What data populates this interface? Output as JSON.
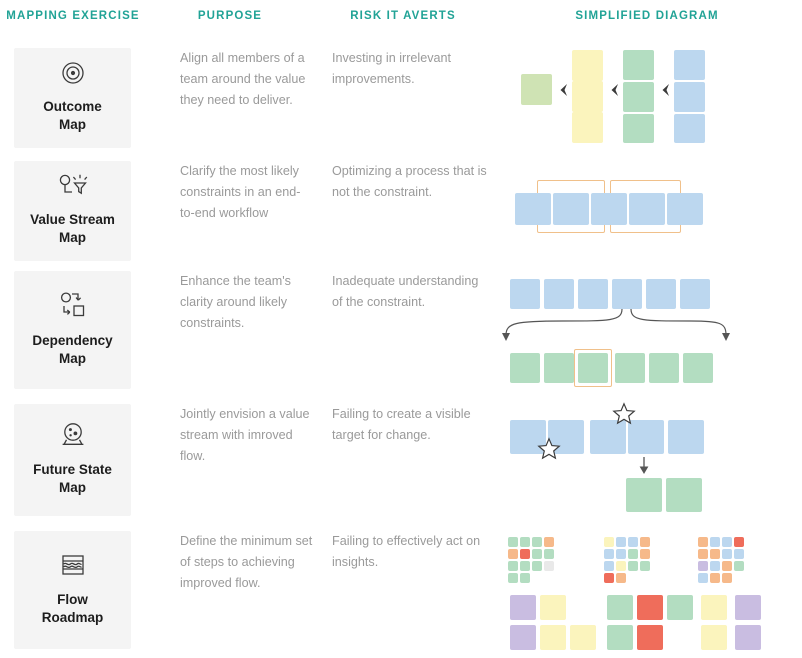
{
  "headers": [
    {
      "label": "MAPPING\nEXERCISE",
      "name": "mapping-exercise"
    },
    {
      "label": "PURPOSE",
      "name": "purpose"
    },
    {
      "label": "RISK IT AVERTS",
      "name": "risk-it-averts"
    },
    {
      "label": "SIMPLIFIED DIAGRAM",
      "name": "simplified-diagram"
    }
  ],
  "accent_color": "#21a396",
  "rows": [
    {
      "id": "outcome-map",
      "icon": "target-icon",
      "title": "Outcome\nMap",
      "purpose": "Align all members of a team around the value they need to deliver.",
      "risk": "Investing in irrelevant improvements."
    },
    {
      "id": "value-stream-map",
      "icon": "person-funnel-icon",
      "title": "Value Stream\nMap",
      "purpose": "Clarify the most likely constraints in an end-to-end workflow",
      "risk": "Optimizing a process that is not the constraint."
    },
    {
      "id": "dependency-map",
      "icon": "nodes-link-icon",
      "title": "Dependency\nMap",
      "purpose": "Enhance the team's clarity around likely constraints.",
      "risk": "Inadequate understanding of the constraint."
    },
    {
      "id": "future-state-map",
      "icon": "crystal-ball-icon",
      "title": "Future State\nMap",
      "purpose": "Jointly envision a value stream with imroved flow.",
      "risk": "Failing to create a visible target for change."
    },
    {
      "id": "flow-roadmap",
      "icon": "waves-icon",
      "title": "Flow\nRoadmap",
      "purpose": "Define the minimum set of steps to achieving improved flow.",
      "risk": "Failing to effectively act on insights."
    }
  ],
  "diagram_colors": {
    "blue": "#bcd7ef",
    "green": "#b3ddc1",
    "yellow": "#fbf4bd",
    "light_green": "#cfe3b4",
    "orange": "#f6b98a",
    "red": "#ef6d5b",
    "purple": "#c9bde1",
    "gray": "#e9e9e9",
    "outline_orange": "#f0c08a",
    "arrow_gray": "#555555"
  },
  "diagrams": {
    "outcome_map": {
      "description": "Four columns of cards decreasing from right to left, joined by left-pointing arrow markers",
      "columns": [
        {
          "color": "light_green",
          "count": 1
        },
        {
          "color": "yellow",
          "count": 3
        },
        {
          "color": "green",
          "count": 3
        },
        {
          "color": "blue",
          "count": 3
        }
      ],
      "connector": "left-chevron",
      "connector_count": 3
    },
    "value_stream_map": {
      "description": "Five blue cards in a row with two orange outline brackets grouping cards 1-2 and 3-5",
      "card_color": "blue",
      "card_count": 5,
      "brackets": [
        {
          "spans": [
            1,
            2
          ]
        },
        {
          "spans": [
            3,
            5
          ]
        }
      ]
    },
    "dependency_map": {
      "description": "Six blue cards above, branching arrows from the fourth card to far left and far right, six green cards below with the third highlighted",
      "top": {
        "color": "blue",
        "count": 6
      },
      "bottom": {
        "color": "green",
        "count": 6
      },
      "highlighted_bottom_index": 3,
      "branch_from_top_index": 4,
      "arrow_targets": [
        "left",
        "right"
      ]
    },
    "future_state_map": {
      "description": "Five blue cards in a row with two star outlines, a downward arrow leading to two green cards",
      "top": {
        "color": "blue",
        "count": 5
      },
      "bottom": {
        "color": "green",
        "count": 2
      },
      "stars": 2,
      "arrow": "down"
    },
    "flow_roadmap": {
      "description": "Three clusters of small colored tiles above, with rows of larger tiles beneath each cluster",
      "clusters": [
        {
          "grid": [
            [
              "green",
              "green",
              "green",
              "orange"
            ],
            [
              "orange",
              "red",
              "green",
              "green"
            ],
            [
              "green",
              "green",
              "green",
              "gray"
            ],
            [
              "green",
              "green",
              null,
              null
            ]
          ],
          "lower_rows": [
            [
              "purple",
              "yellow"
            ],
            [
              "purple",
              "yellow",
              "yellow"
            ]
          ]
        },
        {
          "grid": [
            [
              "yellow",
              "blue",
              "blue",
              "orange"
            ],
            [
              "blue",
              "blue",
              "green",
              "orange"
            ],
            [
              "blue",
              "yellow",
              "green",
              "green"
            ],
            [
              "red",
              "orange",
              null,
              null
            ]
          ],
          "lower_rows": [
            [
              "green",
              "red",
              "green"
            ],
            [
              "green",
              "red"
            ]
          ]
        },
        {
          "grid": [
            [
              "orange",
              "blue",
              "blue",
              "red"
            ],
            [
              "orange",
              "orange",
              "blue",
              "blue"
            ],
            [
              "purple",
              "blue",
              "orange",
              "green"
            ],
            [
              "blue",
              "orange",
              "orange",
              null
            ]
          ],
          "lower_rows": [
            [
              "yellow",
              "purple"
            ],
            [
              "yellow",
              "purple"
            ]
          ]
        }
      ]
    }
  }
}
